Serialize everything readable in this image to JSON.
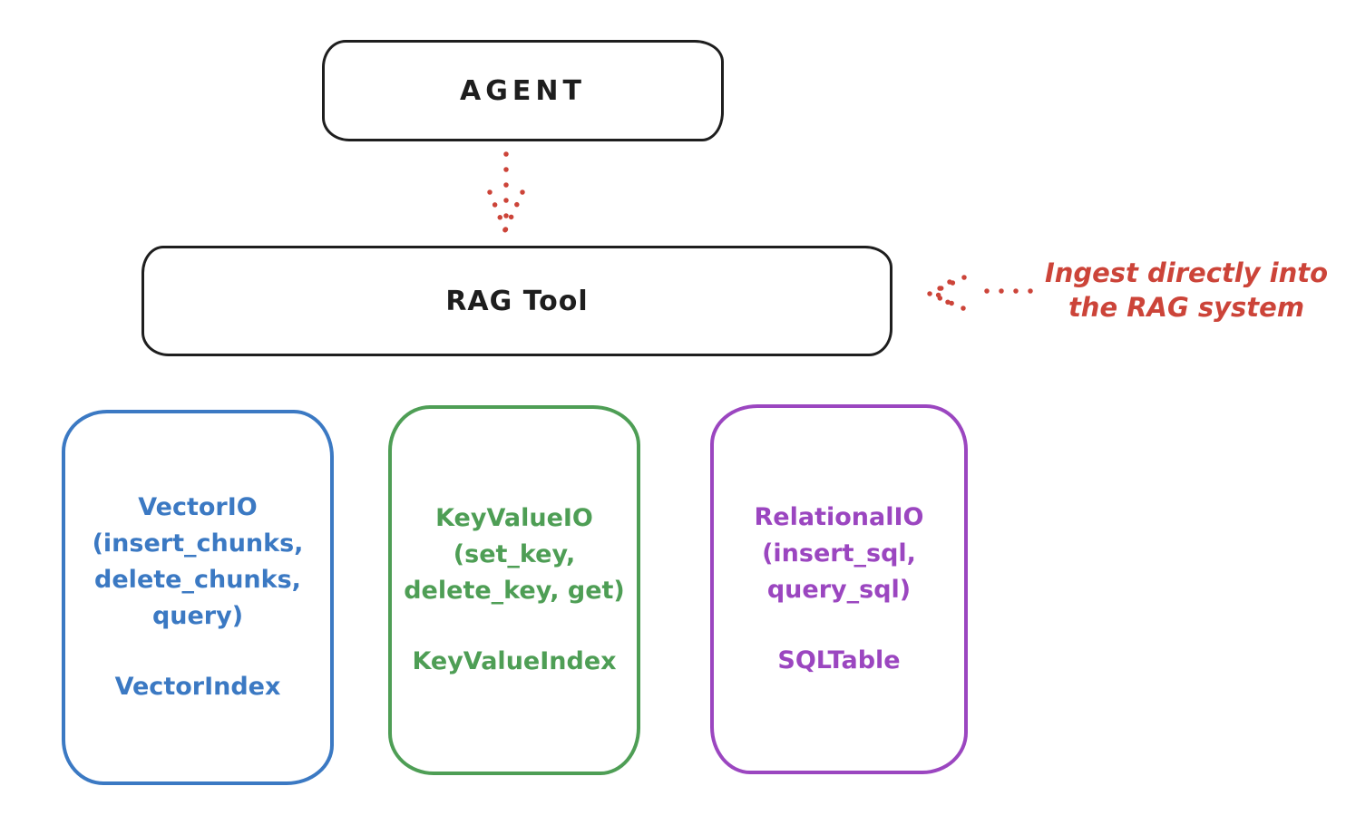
{
  "diagram": {
    "agent_box": {
      "label": "AGENT"
    },
    "rag_tool_box": {
      "label": "RAG Tool"
    },
    "annotation": {
      "line1": "Ingest directly into",
      "line2": "the RAG system",
      "color": "#cc4439"
    },
    "arrows": [
      {
        "name": "agent-to-rag-tool",
        "style": "dotted",
        "direction": "down",
        "color": "#cc4439"
      },
      {
        "name": "ingest-into-rag",
        "style": "dotted",
        "direction": "left",
        "color": "#cc4439"
      }
    ],
    "backends": [
      {
        "name": "vector-io",
        "color": "#3b79c3",
        "lines": [
          "VectorIO",
          "(insert_chunks,",
          "delete_chunks,",
          "query)"
        ],
        "index_label": "VectorIndex"
      },
      {
        "name": "keyvalue-io",
        "color": "#4e9e55",
        "lines": [
          "KeyValueIO",
          "(set_key,",
          "delete_key, get)"
        ],
        "index_label": "KeyValueIndex"
      },
      {
        "name": "relational-io",
        "color": "#9b46c0",
        "lines": [
          "RelationalIO",
          "(insert_sql,",
          "query_sql)"
        ],
        "index_label": "SQLTable"
      }
    ],
    "colors": {
      "stroke": "#1e1e1e",
      "red": "#cc4439",
      "blue": "#3b79c3",
      "green": "#4e9e55",
      "purple": "#9b46c0",
      "background": "#ffffff"
    }
  }
}
